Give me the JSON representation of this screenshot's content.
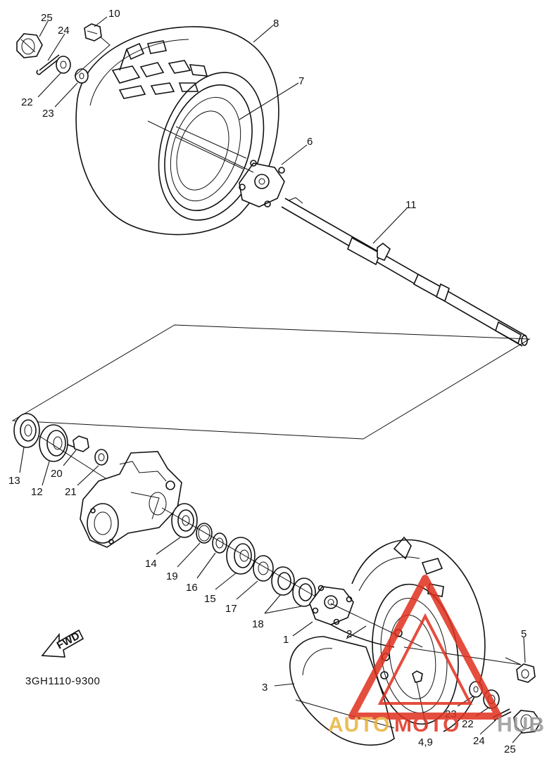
{
  "diagram_code": "3GH1110-9300",
  "fwd_label": "FWD",
  "watermark": {
    "text_auto": "AUTO",
    "text_moto": "MOTO",
    "text_hub": "HUB",
    "accent_color": "#e0301e",
    "gold_color": "#e8b23a",
    "gray_color": "#9a9a9a"
  },
  "callouts": [
    {
      "id": "c25a",
      "text": "25"
    },
    {
      "id": "c24a",
      "text": "24"
    },
    {
      "id": "c10",
      "text": "10"
    },
    {
      "id": "c8",
      "text": "8"
    },
    {
      "id": "c22a",
      "text": "22"
    },
    {
      "id": "c23a",
      "text": "23"
    },
    {
      "id": "c7",
      "text": "7"
    },
    {
      "id": "c6",
      "text": "6"
    },
    {
      "id": "c11",
      "text": "11"
    },
    {
      "id": "c13",
      "text": "13"
    },
    {
      "id": "c12",
      "text": "12"
    },
    {
      "id": "c20",
      "text": "20"
    },
    {
      "id": "c21",
      "text": "21"
    },
    {
      "id": "c14",
      "text": "14"
    },
    {
      "id": "c19",
      "text": "19"
    },
    {
      "id": "c16",
      "text": "16"
    },
    {
      "id": "c15",
      "text": "15"
    },
    {
      "id": "c17",
      "text": "17"
    },
    {
      "id": "c18",
      "text": "18"
    },
    {
      "id": "c1",
      "text": "1"
    },
    {
      "id": "c2",
      "text": "2"
    },
    {
      "id": "c3",
      "text": "3"
    },
    {
      "id": "c5",
      "text": "5"
    },
    {
      "id": "c23b",
      "text": "23"
    },
    {
      "id": "c22b",
      "text": "22"
    },
    {
      "id": "c49",
      "text": "4,9"
    },
    {
      "id": "c24b",
      "text": "24"
    },
    {
      "id": "c25b",
      "text": "25"
    }
  ]
}
